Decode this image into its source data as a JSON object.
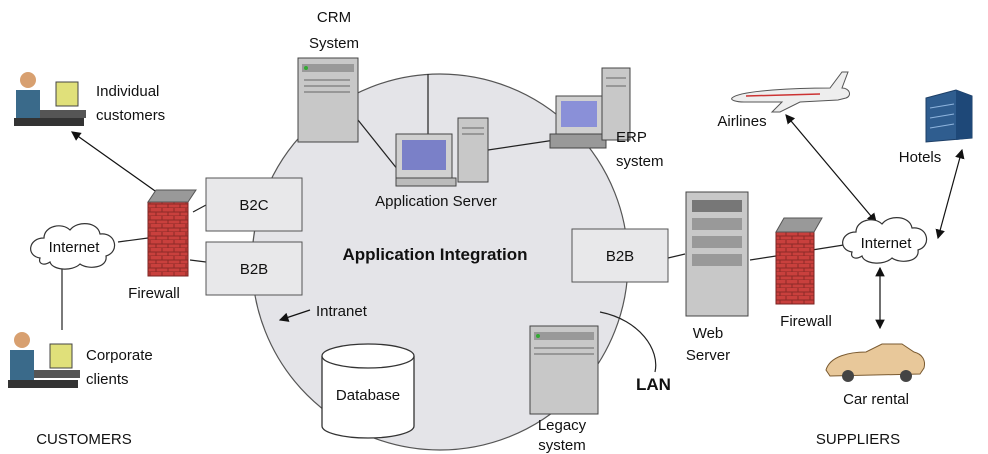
{
  "diagram": {
    "center_label": "Application Integration",
    "lan_label": "LAN",
    "intranet_label": "Intranet",
    "nodes": {
      "crm": [
        "CRM",
        "System"
      ],
      "app_server": "Application Server",
      "erp": [
        "ERP",
        "system"
      ],
      "database": "Database",
      "legacy": [
        "Legacy",
        "system"
      ],
      "web_server": [
        "Web",
        "Server"
      ],
      "b2c": "B2C",
      "b2b_left": "B2B",
      "b2b_right": "B2B",
      "internet_left": "Internet",
      "internet_right": "Internet",
      "firewall_left": "Firewall",
      "firewall_right": "Firewall",
      "individual_customers": [
        "Individual",
        "customers"
      ],
      "corporate_clients": [
        "Corporate",
        "clients"
      ],
      "airlines": "Airlines",
      "hotels": "Hotels",
      "car_rental": "Car rental"
    },
    "sections": {
      "customers": "CUSTOMERS",
      "suppliers": "SUPPLIERS"
    }
  },
  "colors": {
    "circle_fill": "#e4e4e8",
    "box_fill": "#e8e8ea",
    "firewall": "#c9403d",
    "server": "#c8c8c8"
  }
}
